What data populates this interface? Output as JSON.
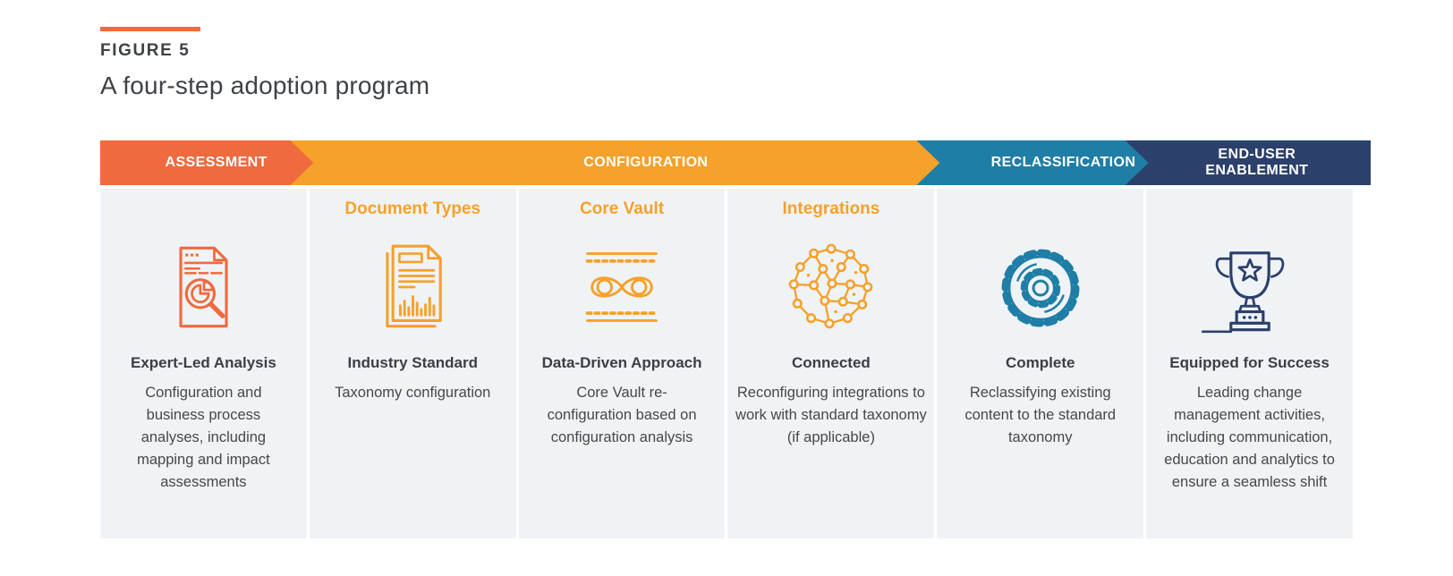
{
  "figure": {
    "label": "FIGURE 5",
    "title": "A four-step adoption program"
  },
  "colors": {
    "assessment_orange": "#EF6A3E",
    "configuration_amber": "#F5A12B",
    "reclassification_teal": "#1F7EA6",
    "enablement_navy": "#2B406B",
    "column_background": "#F0F3F6",
    "heading_text": "#3E4247",
    "body_text": "#45484B"
  },
  "steps": [
    {
      "label": "ASSESSMENT",
      "color": "#EF6A3E"
    },
    {
      "label": "CONFIGURATION",
      "color": "#F5A12B"
    },
    {
      "label": "RECLASSIFICATION",
      "color": "#1F7EA6"
    },
    {
      "label": "END-USER ENABLEMENT",
      "color": "#2B406B"
    }
  ],
  "columns": [
    {
      "subheader": "",
      "icon": "analysis-document-icon",
      "title": "Expert-Led Analysis",
      "description": "Configuration and business process analyses, including mapping and impact assessments"
    },
    {
      "subheader": "Document Types",
      "icon": "document-types-icon",
      "title": "Industry Standard",
      "description": "Taxonomy configuration"
    },
    {
      "subheader": "Core Vault",
      "icon": "core-vault-icon",
      "title": "Data-Driven Approach",
      "description": "Core Vault re-configuration based on configuration analysis"
    },
    {
      "subheader": "Integrations",
      "icon": "integrations-network-icon",
      "title": "Connected",
      "description": "Reconfiguring integrations to work with standard taxonomy (if applicable)"
    },
    {
      "subheader": "",
      "icon": "reclassification-gear-icon",
      "title": "Complete",
      "description": "Reclassifying existing content to the standard taxonomy"
    },
    {
      "subheader": "",
      "icon": "trophy-icon",
      "title": "Equipped for Success",
      "description": "Leading change management activities, including communication, education and analytics to ensure a seamless shift"
    }
  ]
}
